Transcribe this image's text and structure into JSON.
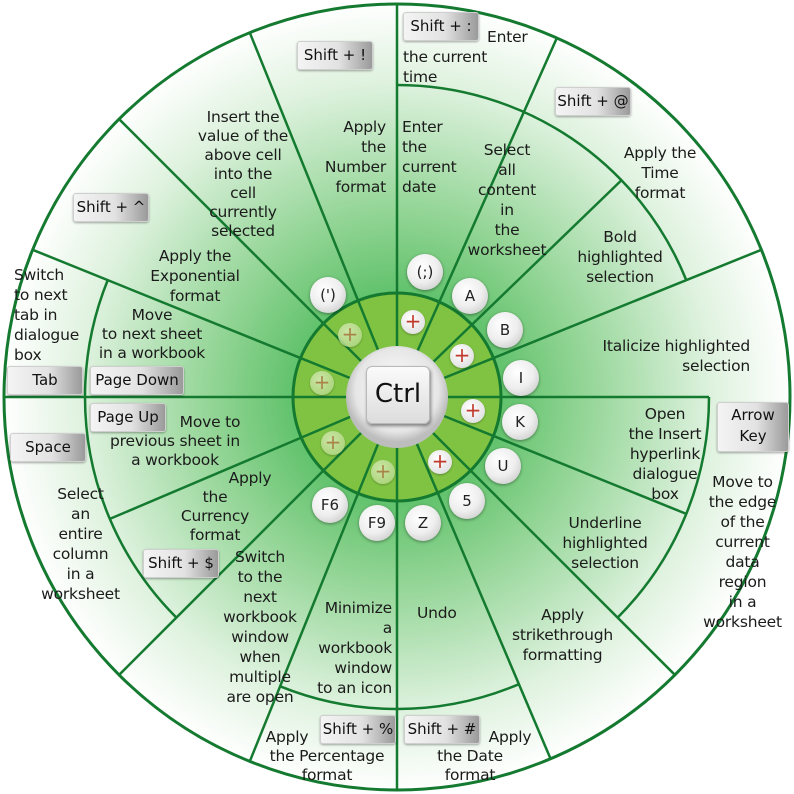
{
  "center_key": "Ctrl",
  "colors": {
    "line": "#147a30",
    "ring": "#80c342",
    "center_fill": "#47b955",
    "edge_fill": "#f2faf2",
    "plus": "#c0392b"
  },
  "keys": [
    "(')",
    "(;)",
    "A",
    "B",
    "I",
    "K",
    "U",
    "5",
    "Z",
    "F9",
    "F6"
  ],
  "key_combos": {
    "shift_excl": "Shift + !",
    "shift_colon": "Shift + :",
    "shift_at": "Shift + @",
    "shift_caret": "Shift + ^",
    "tab": "Tab",
    "page_down": "Page Down",
    "page_up": "Page Up",
    "space": "Space",
    "shift_dollar": "Shift + $",
    "shift_percent": "Shift + %",
    "shift_hash": "Shift + #",
    "arrow_key": "Arrow Key"
  },
  "descriptions": {
    "number_format": "Apply\nthe\nNumber\nformat",
    "insert_above": "Insert the\nvalue of the\nabove cell\ninto the\ncell\ncurrently\nselected",
    "exponential": "Apply the\nExponential\nformat",
    "next_tab": "Switch\nto next\ntab in\ndialogue\nbox",
    "next_sheet": "Move\nto next sheet\nin a workbook",
    "current_time": "Enter\nthe current\ntime",
    "current_date": "Enter\nthe\ncurrent\ndate",
    "select_all": "Select\nall\ncontent\nin\nthe\nworksheet",
    "time_format": "Apply the\nTime\nformat",
    "bold": "Bold\nhighlighted\nselection",
    "italic": "Italicize highlighted\nselection",
    "hyperlink": "Open\nthe Insert\nhyperlink\ndialogue\nbox",
    "edge": "Move to\nthe edge\nof the\ncurrent\ndata\nregion\nin a\nworksheet",
    "underline": "Underline\nhighlighted\nselection",
    "strikethrough": "Apply\nstrikethrough\nformatting",
    "undo": "Undo",
    "date_format": "Apply\nthe Date\nformat",
    "percentage": "Apply\nthe Percentage\nformat",
    "minimize": "Minimize\na\nworkbook\nwindow\nto an icon",
    "switch_window": "Switch\nto the\nnext\nworkbook\nwindow\nwhen\nmultiple\nare open",
    "currency": "Apply\nthe\nCurrency\nformat",
    "prev_sheet": "Move to\nprevious sheet in\na workbook",
    "select_column": "Select\nan\nentire\ncolumn\nin a\nworksheet"
  }
}
